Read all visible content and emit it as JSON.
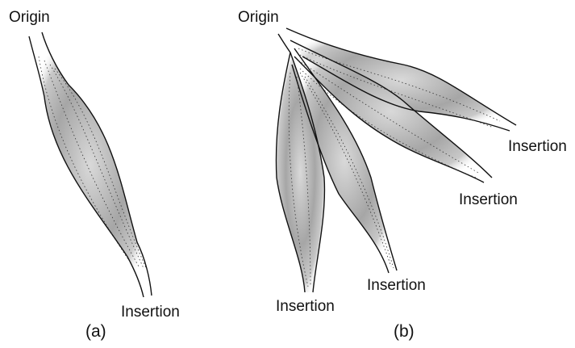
{
  "panel_a": {
    "origin_label": "Origin",
    "insertion_label": "Insertion",
    "caption": "(a)"
  },
  "panel_b": {
    "origin_label": "Origin",
    "insertion_labels": [
      "Insertion",
      "Insertion",
      "Insertion",
      "Insertion"
    ],
    "caption": "(b)"
  },
  "colors": {
    "outline": "#111111",
    "muscle_fill_dark": "#8c8c8c",
    "muscle_fill_light": "#ffffff"
  }
}
